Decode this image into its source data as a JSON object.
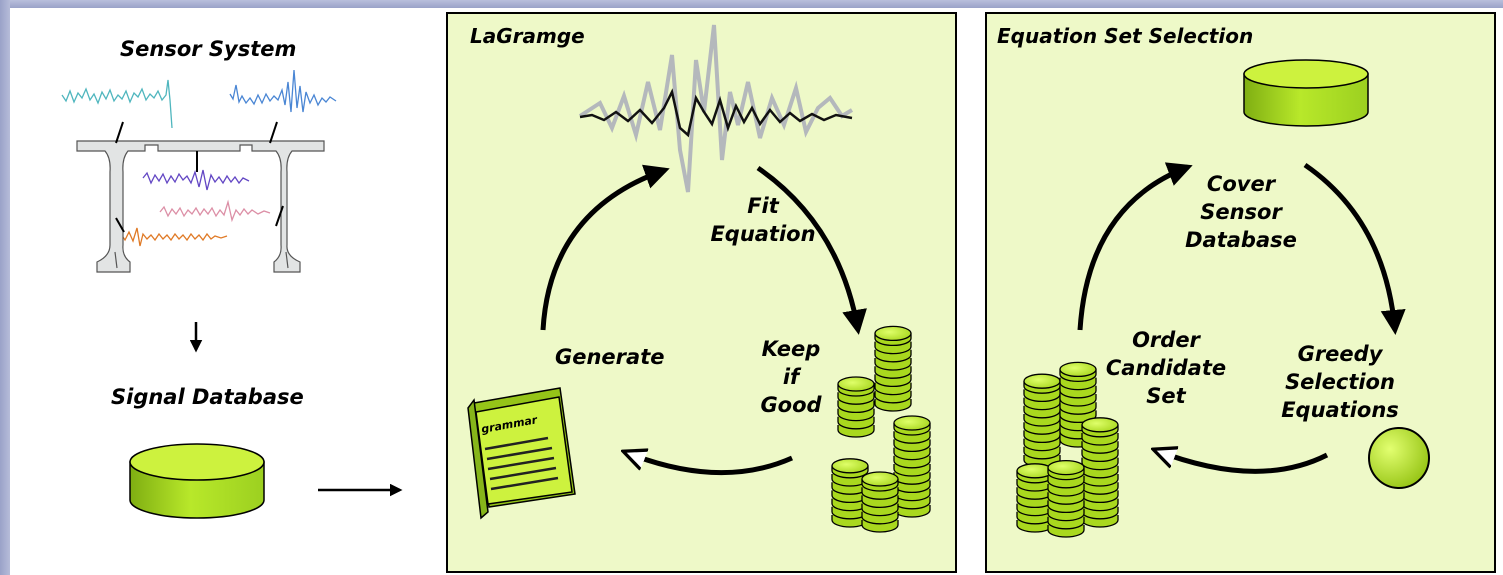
{
  "colors": {
    "panel_fill": "#eef9c8",
    "object_green": "#b8e82a",
    "object_green_dark": "#86b51a",
    "stroke": "#000000",
    "signal_cyan": "#4fb6be",
    "signal_blue": "#4a86d4",
    "signal_purple": "#6347c4",
    "signal_pink": "#dc8fa6",
    "signal_orange": "#e07a26",
    "bridge_gray": "#e2e4e4"
  },
  "left": {
    "sensor_title": "Sensor System",
    "signal_db_title": "Signal Database"
  },
  "lagramge": {
    "title": "LaGramge",
    "fit_line1": "Fit",
    "fit_line2": "Equation",
    "keep_line1": "Keep",
    "keep_line2": "if",
    "keep_line3": "Good",
    "generate": "Generate",
    "grammar": "grammar"
  },
  "selection": {
    "title": "Equation Set Selection",
    "cover_line1": "Cover",
    "cover_line2": "Sensor",
    "cover_line3": "Database",
    "greedy_line1": "Greedy",
    "greedy_line2": "Selection",
    "greedy_line3": "Equations",
    "order_line1": "Order",
    "order_line2": "Candidate",
    "order_line3": "Set"
  },
  "icons": [
    "bridge-icon",
    "database-cylinder-icon",
    "coin-stack-icon",
    "grammar-book-icon",
    "waveform-icon",
    "circle-token-icon",
    "arrow-icon"
  ]
}
